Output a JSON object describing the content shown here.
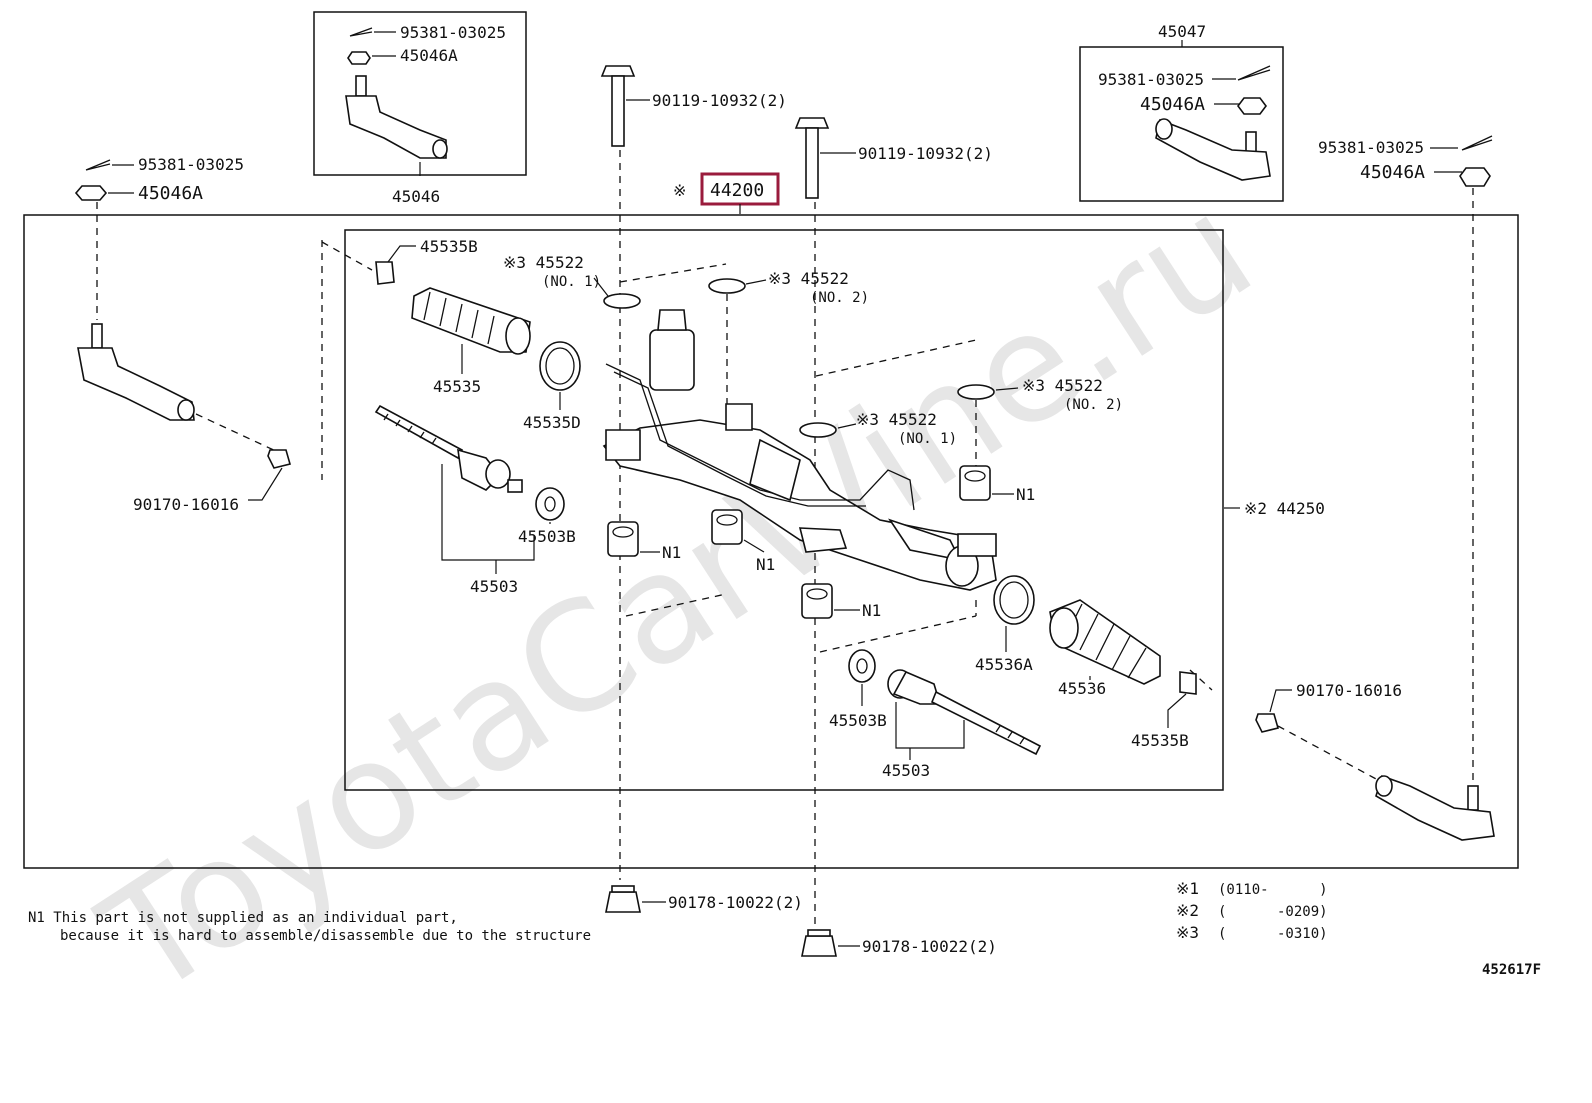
{
  "watermark": "ToyotaCarWine.ru",
  "diagram_id": "452617F",
  "highlighted_part": {
    "mark": "※",
    "code": "44200",
    "color": "#9a1b3c"
  },
  "callouts": {
    "c_95381_tl": "95381-03025",
    "c_45046A_tl": "45046A",
    "c_45046_box": "45046",
    "c_95381_l": "95381-03025",
    "c_45046A_l": "45046A",
    "c_bolt1": "90119-10932(2)",
    "c_bolt2": "90119-10932(2)",
    "c_45047": "45047",
    "c_95381_tr": "95381-03025",
    "c_45046A_tr": "45046A",
    "c_95381_r": "95381-03025",
    "c_45046A_r": "45046A",
    "c_45535B_l": "45535B",
    "c_45522_a": "※3 45522",
    "c_45522_a_sub": "(NO. 1)",
    "c_45522_b": "※3 45522",
    "c_45522_b_sub": "(NO. 2)",
    "c_45522_c": "※3 45522",
    "c_45522_c_sub": "(NO. 2)",
    "c_45522_d": "※3 45522",
    "c_45522_d_sub": "(NO. 1)",
    "c_45535": "45535",
    "c_45535D": "45535D",
    "c_90170_l": "90170-16016",
    "c_45503B_l": "45503B",
    "c_45503_l": "45503",
    "c_N1_a": "N1",
    "c_N1_b": "N1",
    "c_N1_c": "N1",
    "c_N1_d": "N1",
    "c_44250": "※2 44250",
    "c_45536A": "45536A",
    "c_45536": "45536",
    "c_90170_r": "90170-16016",
    "c_45535B_r": "45535B",
    "c_45503B_r": "45503B",
    "c_45503_r": "45503",
    "c_nut1": "90178-10022(2)",
    "c_nut2": "90178-10022(2)"
  },
  "footnote": {
    "line1": "N1 This part is not supplied as an individual part,",
    "line2": "because it is hard to assemble/disassemble due to the structure"
  },
  "notes": [
    {
      "mark": "※1",
      "range": "(0110-      )"
    },
    {
      "mark": "※2",
      "range": "(      -0209)"
    },
    {
      "mark": "※3",
      "range": "(      -0310)"
    }
  ]
}
